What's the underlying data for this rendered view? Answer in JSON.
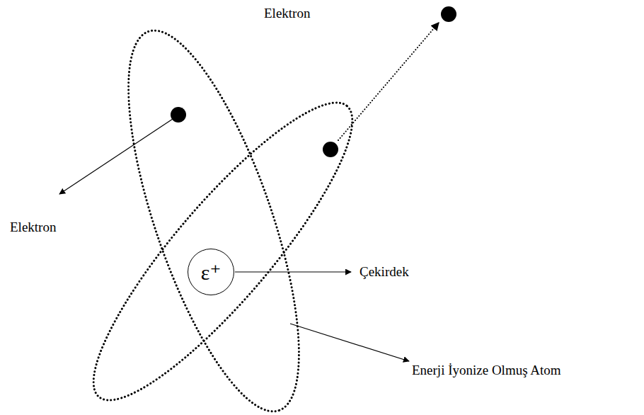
{
  "diagram": {
    "nodes": [
      {
        "text": [
          "ε⁺"
        ]
      }
    ],
    "labels": [
      "Elektron",
      "Elektron",
      "Çekirdek",
      "Enerji İyonize Olmuş Atom"
    ]
  }
}
